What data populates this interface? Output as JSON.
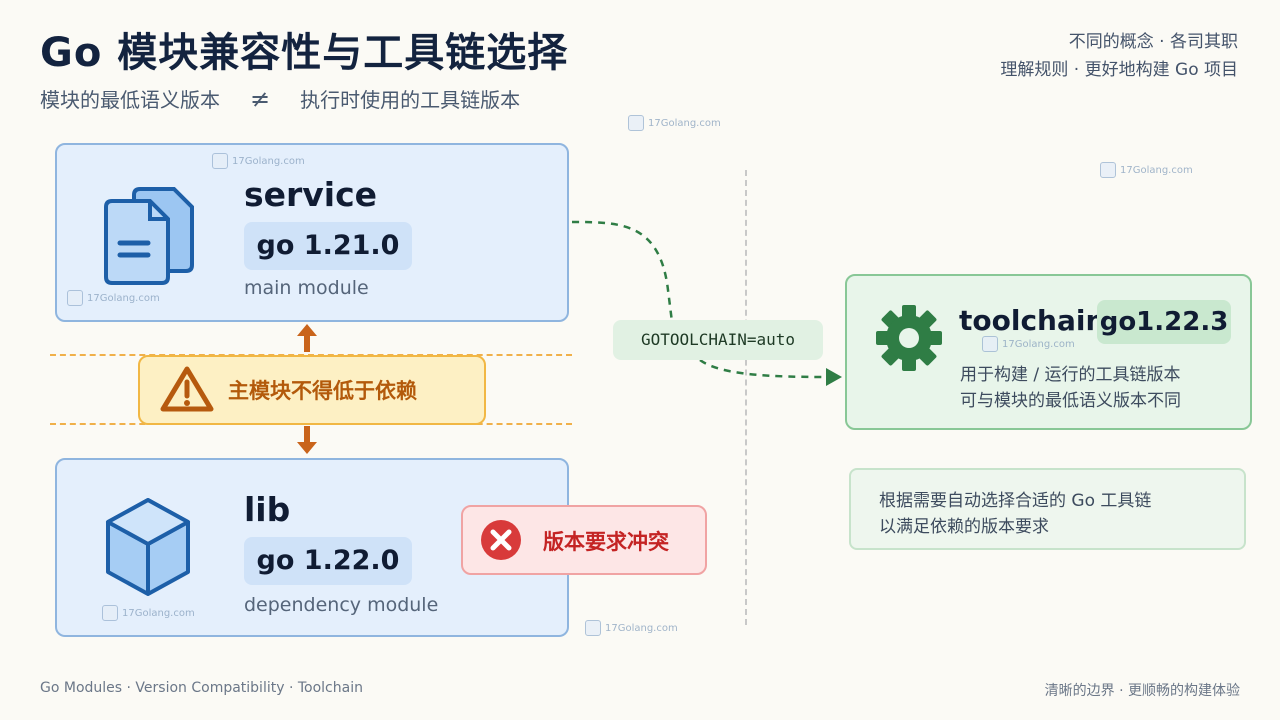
{
  "header": {
    "title": "Go 模块兼容性与工具链选择",
    "subtitle_left": "模块的最低语义版本",
    "subtitle_symbol": "≠",
    "subtitle_right": "执行时使用的工具链版本",
    "tagline_1": "不同的概念 · 各司其职",
    "tagline_2": "理解规则 · 更好地构建 Go 项目"
  },
  "service": {
    "name": "service",
    "version": "go 1.21.0",
    "desc": "main module",
    "icon": "document-icon"
  },
  "warning": {
    "text": "主模块不得低于依赖",
    "icon": "warning-triangle-icon"
  },
  "lib": {
    "name": "lib",
    "version": "go 1.22.0",
    "desc": "dependency module",
    "icon": "cube-icon"
  },
  "conflict": {
    "text": "版本要求冲突",
    "icon": "error-x-icon"
  },
  "env": {
    "label": "GOTOOLCHAIN=auto"
  },
  "toolchain": {
    "name": "toolchain",
    "version": "go1.22.3",
    "desc_1": "用于构建 / 运行的工具链版本",
    "desc_2": "可与模块的最低语义版本不同",
    "icon": "gear-icon"
  },
  "info": {
    "line_1": "根据需要自动选择合适的 Go 工具链",
    "line_2": "以满足依赖的版本要求"
  },
  "footer": {
    "left": "Go Modules  ·  Version Compatibility  ·  Toolchain",
    "right": "清晰的边界  ·  更顺畅的构建体验"
  },
  "watermark": "17Golang.com",
  "colors": {
    "blue_card": "#e4effc",
    "warning_orange": "#f1b744",
    "error_red": "#d83a3a",
    "toolchain_green": "#2f7d45"
  }
}
